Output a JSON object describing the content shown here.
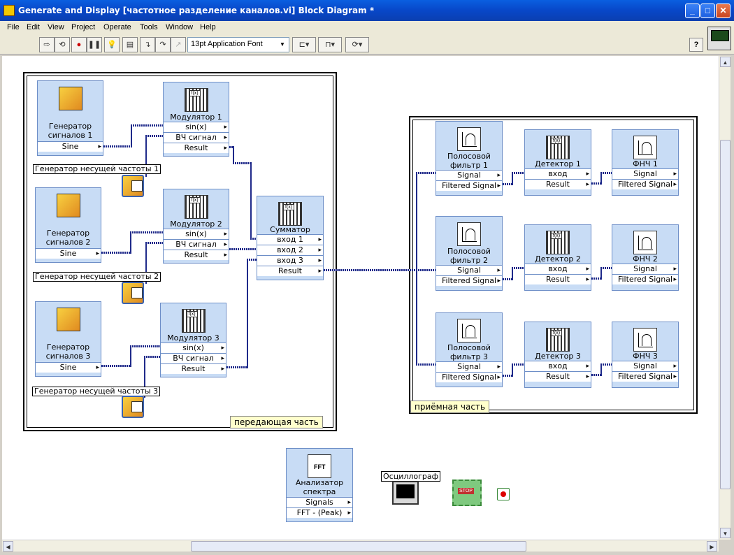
{
  "window": {
    "title": "Generate and Display [частотное разделение каналов.vi] Block Diagram *"
  },
  "menu": [
    "File",
    "Edit",
    "View",
    "Project",
    "Operate",
    "Tools",
    "Window",
    "Help"
  ],
  "toolbar": {
    "font": "13pt Application Font",
    "help": "?"
  },
  "frames": {
    "tx": "передающая часть",
    "rx": "приёмная часть"
  },
  "generators": [
    {
      "label": "Генератор сигналов 1",
      "out": "Sine",
      "carrier": "Генератор несущей частоты 1"
    },
    {
      "label": "Генератор сигналов 2",
      "out": "Sine",
      "carrier": "Генератор несущей частоты 2"
    },
    {
      "label": "Генератор сигналов 3",
      "out": "Sine",
      "carrier": "Генератор несущей частоты 3"
    }
  ],
  "modulators": [
    {
      "label": "Модулятор 1",
      "in1": "sin(x)",
      "in2": "ВЧ сигнал",
      "out": "Result"
    },
    {
      "label": "Модулятор 2",
      "in1": "sin(x)",
      "in2": "ВЧ сигнал",
      "out": "Result"
    },
    {
      "label": "Модулятор 3",
      "in1": "sin(x)",
      "in2": "ВЧ сигнал",
      "out": "Result"
    }
  ],
  "summator": {
    "label": "Сумматор",
    "in1": "вход 1",
    "in2": "вход 2",
    "in3": "вход 3",
    "out": "Result"
  },
  "bandpass": [
    {
      "label": "Полосовой фильтр 1",
      "in": "Signal",
      "out": "Filtered Signal"
    },
    {
      "label": "Полосовой фильтр 2",
      "in": "Signal",
      "out": "Filtered Signal"
    },
    {
      "label": "Полосовой фильтр 3",
      "in": "Signal",
      "out": "Filtered Signal"
    }
  ],
  "detectors": [
    {
      "label": "Детектор 1",
      "in": "вход",
      "out": "Result"
    },
    {
      "label": "Детектор 2",
      "in": "вход",
      "out": "Result"
    },
    {
      "label": "Детектор 3",
      "in": "вход",
      "out": "Result"
    }
  ],
  "lowpass": [
    {
      "label": "ФНЧ 1",
      "in": "Signal",
      "out": "Filtered Signal"
    },
    {
      "label": "ФНЧ 2",
      "in": "Signal",
      "out": "Filtered Signal"
    },
    {
      "label": "ФНЧ 3",
      "in": "Signal",
      "out": "Filtered Signal"
    }
  ],
  "analyzer": {
    "label": "Анализатор спектра",
    "in": "Signals",
    "out": "FFT - (Peak)"
  },
  "scope": {
    "label": "Осциллограф"
  }
}
